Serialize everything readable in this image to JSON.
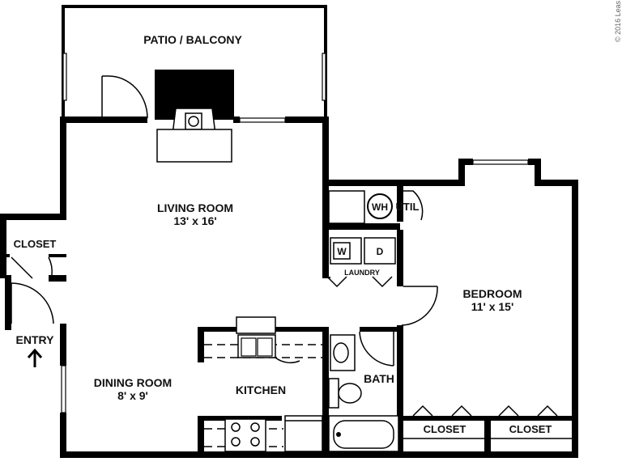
{
  "rooms": {
    "patio": {
      "name": "PATIO / BALCONY"
    },
    "living": {
      "name": "LIVING ROOM",
      "size": "13' x 16'"
    },
    "dining": {
      "name": "DINING ROOM",
      "size": "8' x 9'"
    },
    "kitchen": {
      "name": "KITCHEN"
    },
    "bath": {
      "name": "BATH"
    },
    "bedroom": {
      "name": "BEDROOM",
      "size": "11' x 15'"
    },
    "closet_entry": {
      "name": "CLOSET"
    },
    "closet_bed_left": {
      "name": "CLOSET"
    },
    "closet_bed_right": {
      "name": "CLOSET"
    },
    "laundry": {
      "name": "LAUNDRY"
    },
    "util": {
      "name": "UTIL"
    }
  },
  "fixtures": {
    "water_heater": "WH",
    "washer": "W",
    "dryer": "D"
  },
  "entry": {
    "label": "ENTRY",
    "arrow": "up-arrow-icon"
  },
  "watermark": "© 2016 Leas",
  "colors": {
    "wall": "#000000",
    "background": "#ffffff"
  }
}
